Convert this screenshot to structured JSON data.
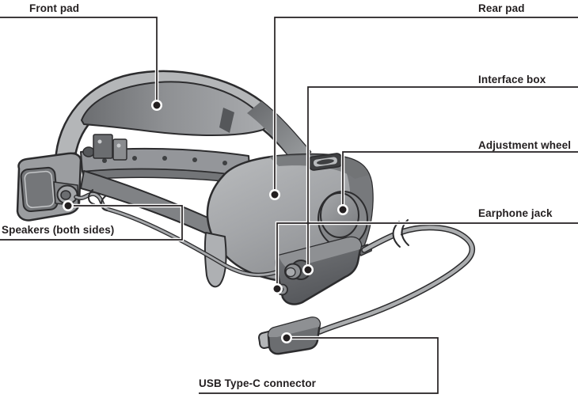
{
  "diagram": {
    "labels": {
      "front_pad": "Front pad",
      "rear_pad": "Rear pad",
      "interface_box": "Interface box",
      "adjustment_wheel": "Adjustment wheel",
      "earphone_jack": "Earphone jack",
      "speakers": "Speakers (both sides)",
      "usb_connector": "USB Type-C connector"
    },
    "colors": {
      "background": "#ffffff",
      "outline": "#2c2c2e",
      "callout_line": "#231f20",
      "label_text": "#231f20",
      "shell_light": "#b4b6b8",
      "shell_mid": "#8e9093",
      "shell_dark": "#6b6d70",
      "shadow_dark": "#55575a"
    }
  }
}
